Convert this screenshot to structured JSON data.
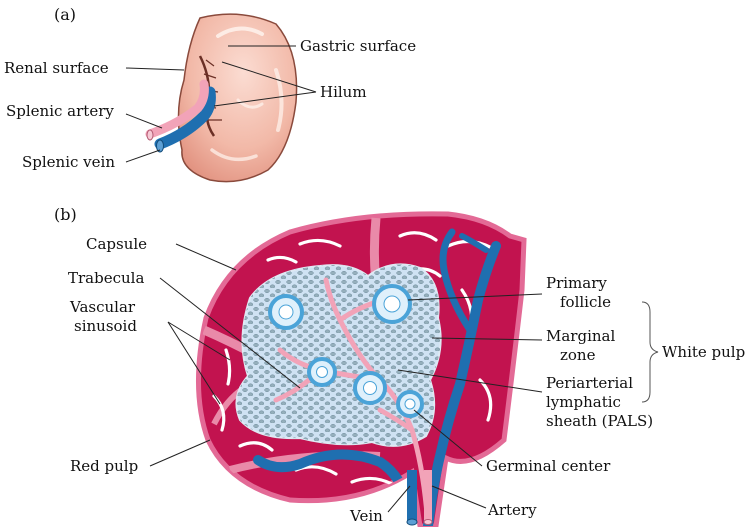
{
  "figure": {
    "panel_a": "(a)",
    "panel_b": "(b)",
    "labels_a": {
      "gastric_surface": "Gastric surface",
      "renal_surface": "Renal surface",
      "hilum": "Hilum",
      "splenic_artery": "Splenic artery",
      "splenic_vein": "Splenic vein"
    },
    "labels_b": {
      "capsule": "Capsule",
      "trabecula": "Trabecula",
      "vascular_line1": "Vascular",
      "vascular_line2": "sinusoid",
      "primary_line1": "Primary",
      "primary_line2": "follicle",
      "marginal_line1": "Marginal",
      "marginal_line2": "zone",
      "white_pulp": "White pulp",
      "pals_line1": "Periarterial",
      "pals_line2": "lymphatic",
      "pals_line3": "sheath (PALS)",
      "red_pulp": "Red pulp",
      "germinal_center": "Germinal center",
      "vein": "Vein",
      "artery": "Artery"
    },
    "colors": {
      "spleen_surface": "#f2b9a8",
      "spleen_outline": "#8a4a3c",
      "red_pulp": "#c2134f",
      "capsule": "#e36a96",
      "white_pulp": "#cfe2f3",
      "vessel_blue": "#1f6fb0",
      "artery_pink": "#f2a3b8",
      "follicle": "#4aa3d8"
    }
  }
}
